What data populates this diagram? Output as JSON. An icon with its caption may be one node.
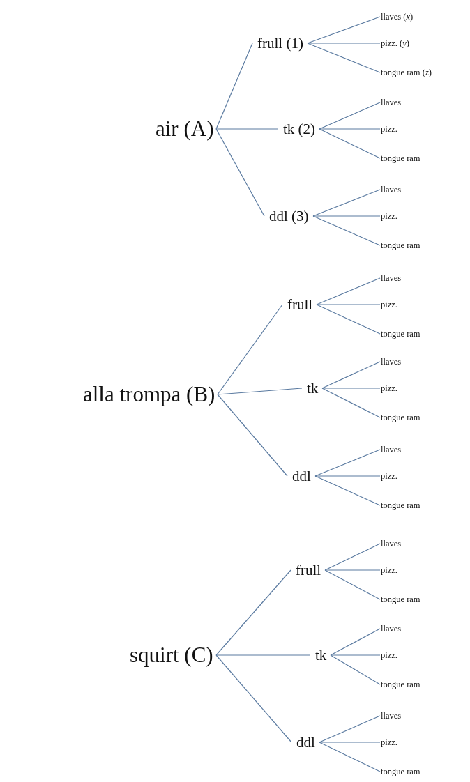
{
  "diagram": {
    "nodes": [
      {
        "text": [
          "air (A)"
        ]
      },
      {
        "text": [
          "frull (1)"
        ]
      },
      {
        "text": [
          "llaves (*x*)"
        ]
      },
      {
        "text": [
          "pizz. (*y*)"
        ]
      },
      {
        "text": [
          "tongue ram (*z*)"
        ]
      },
      {
        "text": [
          "tk (2)"
        ]
      },
      {
        "text": [
          "llaves"
        ]
      },
      {
        "text": [
          "pizz."
        ]
      },
      {
        "text": [
          "tongue ram"
        ]
      },
      {
        "text": [
          "ddl (3)"
        ]
      },
      {
        "text": [
          "llaves"
        ]
      },
      {
        "text": [
          "pizz."
        ]
      },
      {
        "text": [
          "tongue ram"
        ]
      },
      {
        "text": [
          "alla trompa (B)"
        ]
      },
      {
        "text": [
          "frull"
        ]
      },
      {
        "text": [
          "llaves"
        ]
      },
      {
        "text": [
          "pizz."
        ]
      },
      {
        "text": [
          "tongue ram"
        ]
      },
      {
        "text": [
          "tk"
        ]
      },
      {
        "text": [
          "llaves"
        ]
      },
      {
        "text": [
          "pizz."
        ]
      },
      {
        "text": [
          "tongue ram"
        ]
      },
      {
        "text": [
          "ddl"
        ]
      },
      {
        "text": [
          "llaves"
        ]
      },
      {
        "text": [
          "pizz."
        ]
      },
      {
        "text": [
          "tongue ram"
        ]
      },
      {
        "text": [
          "squirt (C)"
        ]
      },
      {
        "text": [
          "frull"
        ]
      },
      {
        "text": [
          "llaves"
        ]
      },
      {
        "text": [
          "pizz."
        ]
      },
      {
        "text": [
          "tongue ram"
        ]
      },
      {
        "text": [
          "tk"
        ]
      },
      {
        "text": [
          "llaves"
        ]
      },
      {
        "text": [
          "pizz."
        ]
      },
      {
        "text": [
          "tongue ram"
        ]
      },
      {
        "text": [
          "ddl"
        ]
      },
      {
        "text": [
          "llaves"
        ]
      },
      {
        "text": [
          "pizz."
        ]
      },
      {
        "text": [
          "tongue ram"
        ]
      }
    ],
    "edges": [
      {
        "from": 0,
        "to": 1,
        "arrow": "none"
      },
      {
        "from": 1,
        "to": 2,
        "arrow": "none"
      },
      {
        "from": 1,
        "to": 3,
        "arrow": "none"
      },
      {
        "from": 1,
        "to": 4,
        "arrow": "none"
      },
      {
        "from": 0,
        "to": 5,
        "arrow": "none"
      },
      {
        "from": 5,
        "to": 6,
        "arrow": "none"
      },
      {
        "from": 5,
        "to": 7,
        "arrow": "none"
      },
      {
        "from": 5,
        "to": 8,
        "arrow": "none"
      },
      {
        "from": 0,
        "to": 9,
        "arrow": "none"
      },
      {
        "from": 9,
        "to": 10,
        "arrow": "none"
      },
      {
        "from": 9,
        "to": 11,
        "arrow": "none"
      },
      {
        "from": 9,
        "to": 12,
        "arrow": "none"
      },
      {
        "from": 13,
        "to": 14,
        "arrow": "none"
      },
      {
        "from": 14,
        "to": 15,
        "arrow": "none"
      },
      {
        "from": 14,
        "to": 16,
        "arrow": "none"
      },
      {
        "from": 14,
        "to": 17,
        "arrow": "none"
      },
      {
        "from": 13,
        "to": 18,
        "arrow": "none"
      },
      {
        "from": 18,
        "to": 19,
        "arrow": "none"
      },
      {
        "from": 18,
        "to": 20,
        "arrow": "none"
      },
      {
        "from": 18,
        "to": 21,
        "arrow": "none"
      },
      {
        "from": 13,
        "to": 22,
        "arrow": "none"
      },
      {
        "from": 22,
        "to": 23,
        "arrow": "none"
      },
      {
        "from": 22,
        "to": 24,
        "arrow": "none"
      },
      {
        "from": 22,
        "to": 25,
        "arrow": "none"
      },
      {
        "from": 26,
        "to": 27,
        "arrow": "none"
      },
      {
        "from": 27,
        "to": 28,
        "arrow": "none"
      },
      {
        "from": 27,
        "to": 29,
        "arrow": "none"
      },
      {
        "from": 27,
        "to": 30,
        "arrow": "none"
      },
      {
        "from": 26,
        "to": 31,
        "arrow": "none"
      },
      {
        "from": 31,
        "to": 32,
        "arrow": "none"
      },
      {
        "from": 31,
        "to": 33,
        "arrow": "none"
      },
      {
        "from": 31,
        "to": 34,
        "arrow": "none"
      },
      {
        "from": 26,
        "to": 35,
        "arrow": "none"
      },
      {
        "from": 35,
        "to": 36,
        "arrow": "none"
      },
      {
        "from": 35,
        "to": 37,
        "arrow": "none"
      },
      {
        "from": 35,
        "to": 38,
        "arrow": "none"
      }
    ]
  }
}
